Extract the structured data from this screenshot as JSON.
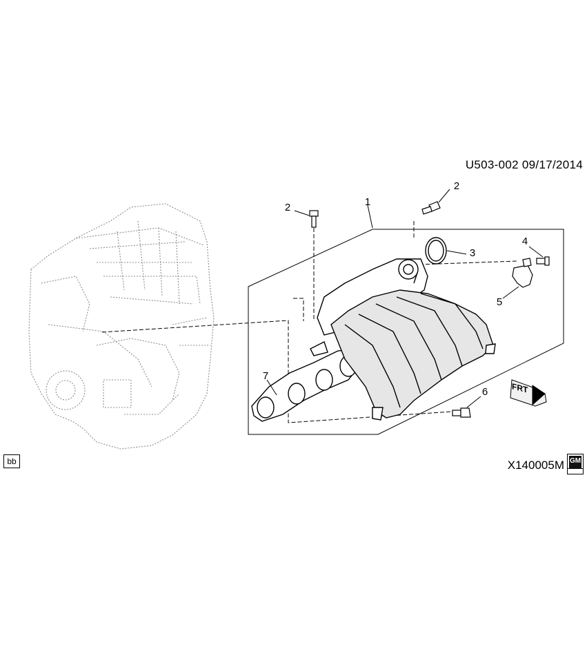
{
  "header": {
    "reference": "U503-002  09/17/2014"
  },
  "footer": {
    "corner_tag": "bb",
    "illustration_id": "X140005M",
    "logo": "GM"
  },
  "callouts": {
    "c1": "1",
    "c2a": "2",
    "c2b": "2",
    "c3": "3",
    "c4": "4",
    "c5": "5",
    "c6": "6",
    "c7": "7"
  },
  "front_marker": {
    "label": "FRT"
  },
  "colors": {
    "line": "#000000",
    "engine_ghost": "#9a9a9a",
    "manifold_shade": "#dcdcdc"
  }
}
